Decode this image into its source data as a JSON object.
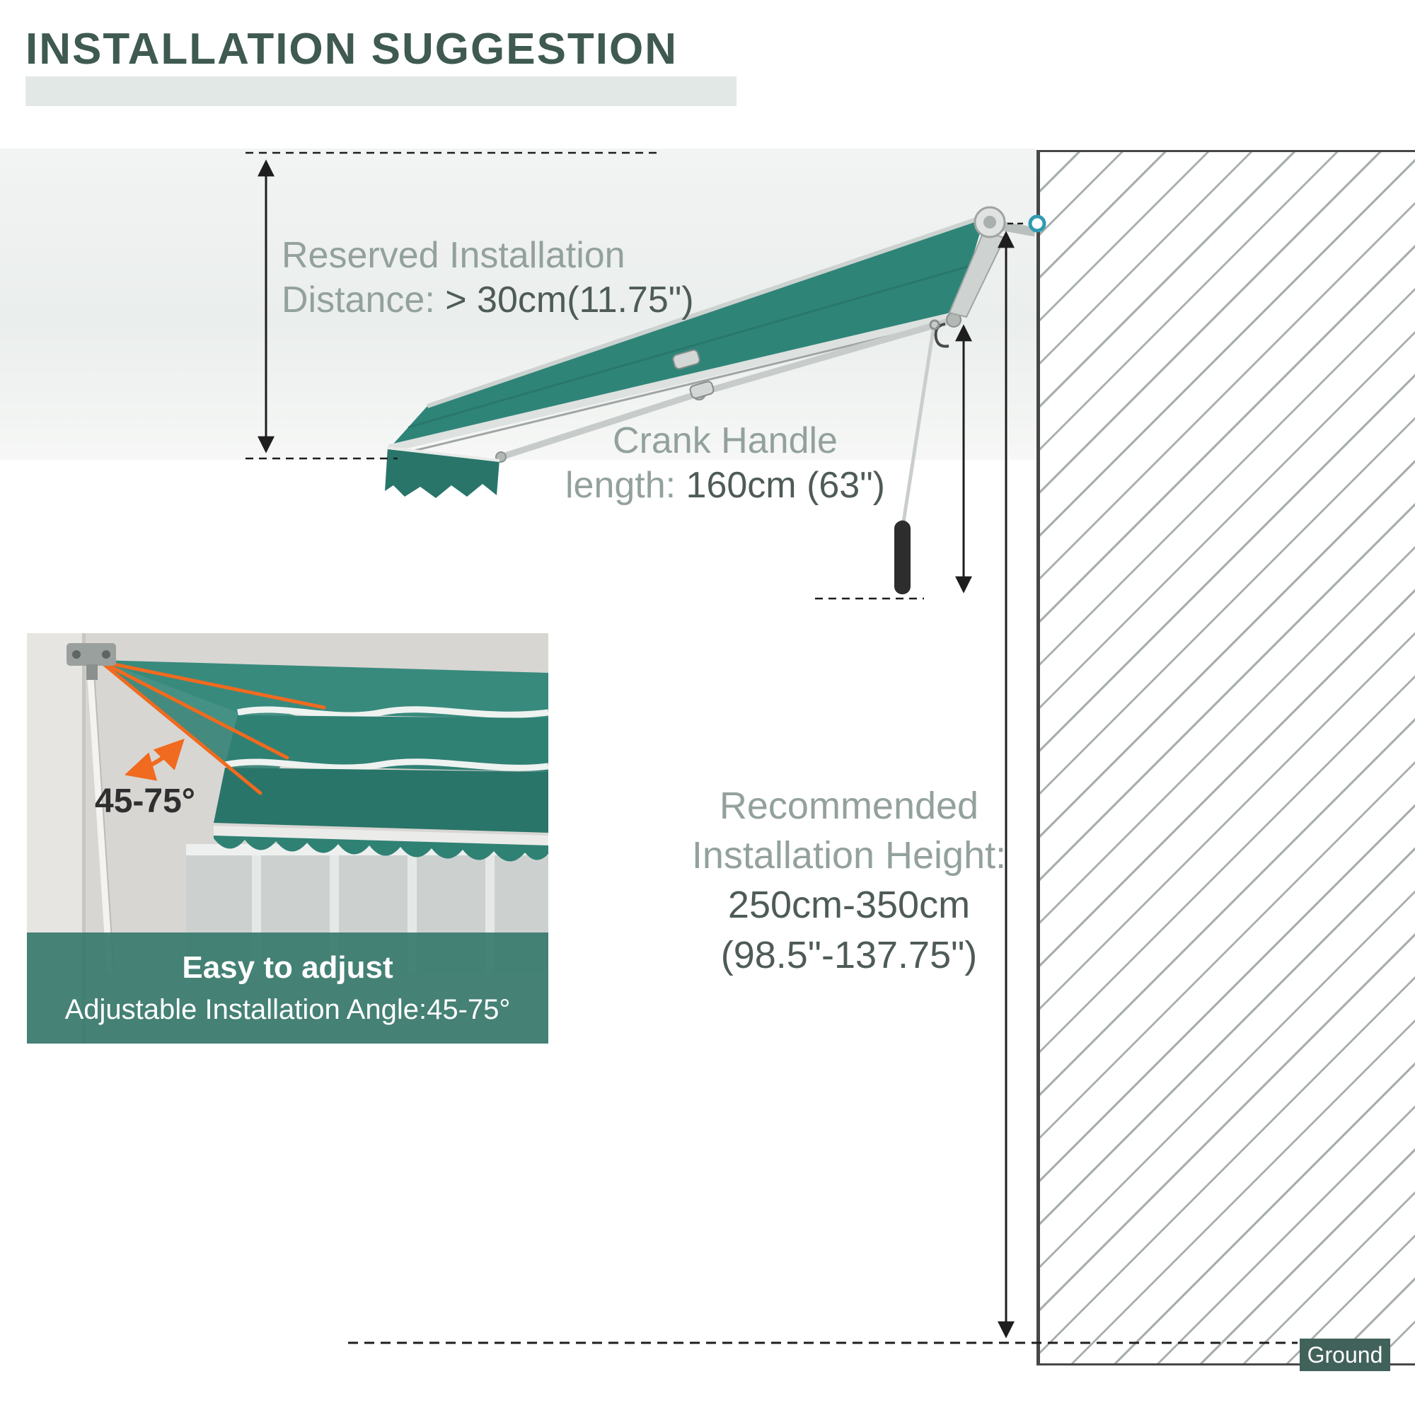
{
  "header": {
    "title": "INSTALLATION SUGGESTION"
  },
  "annotations": {
    "reserved_distance": {
      "line1": "Reserved Installation",
      "label": "Distance: ",
      "value": "> 30cm(11.75\")"
    },
    "crank": {
      "line1": "Crank Handle",
      "label": "length: ",
      "value": "160cm (63\")"
    },
    "height": {
      "line1": "Recommended",
      "line2": "Installation Height:",
      "line3": "250cm-350cm",
      "line4": "(98.5\"-137.75\")"
    },
    "ground": "Ground"
  },
  "inset": {
    "angle": "45-75°",
    "caption_title": "Easy to adjust",
    "caption_subtitle": "Adjustable Installation Angle:45-75°"
  },
  "colors": {
    "title_green": "#3f5a50",
    "awning_teal": "#2f8478",
    "valance_teal": "#29756a",
    "orange": "#f06a1f",
    "caption_band": "#397b6e",
    "text_gray": "#93a19c",
    "text_dark": "#4e5b56",
    "ground_badge": "#41625a",
    "marker_cyan": "#2f9ab0"
  }
}
